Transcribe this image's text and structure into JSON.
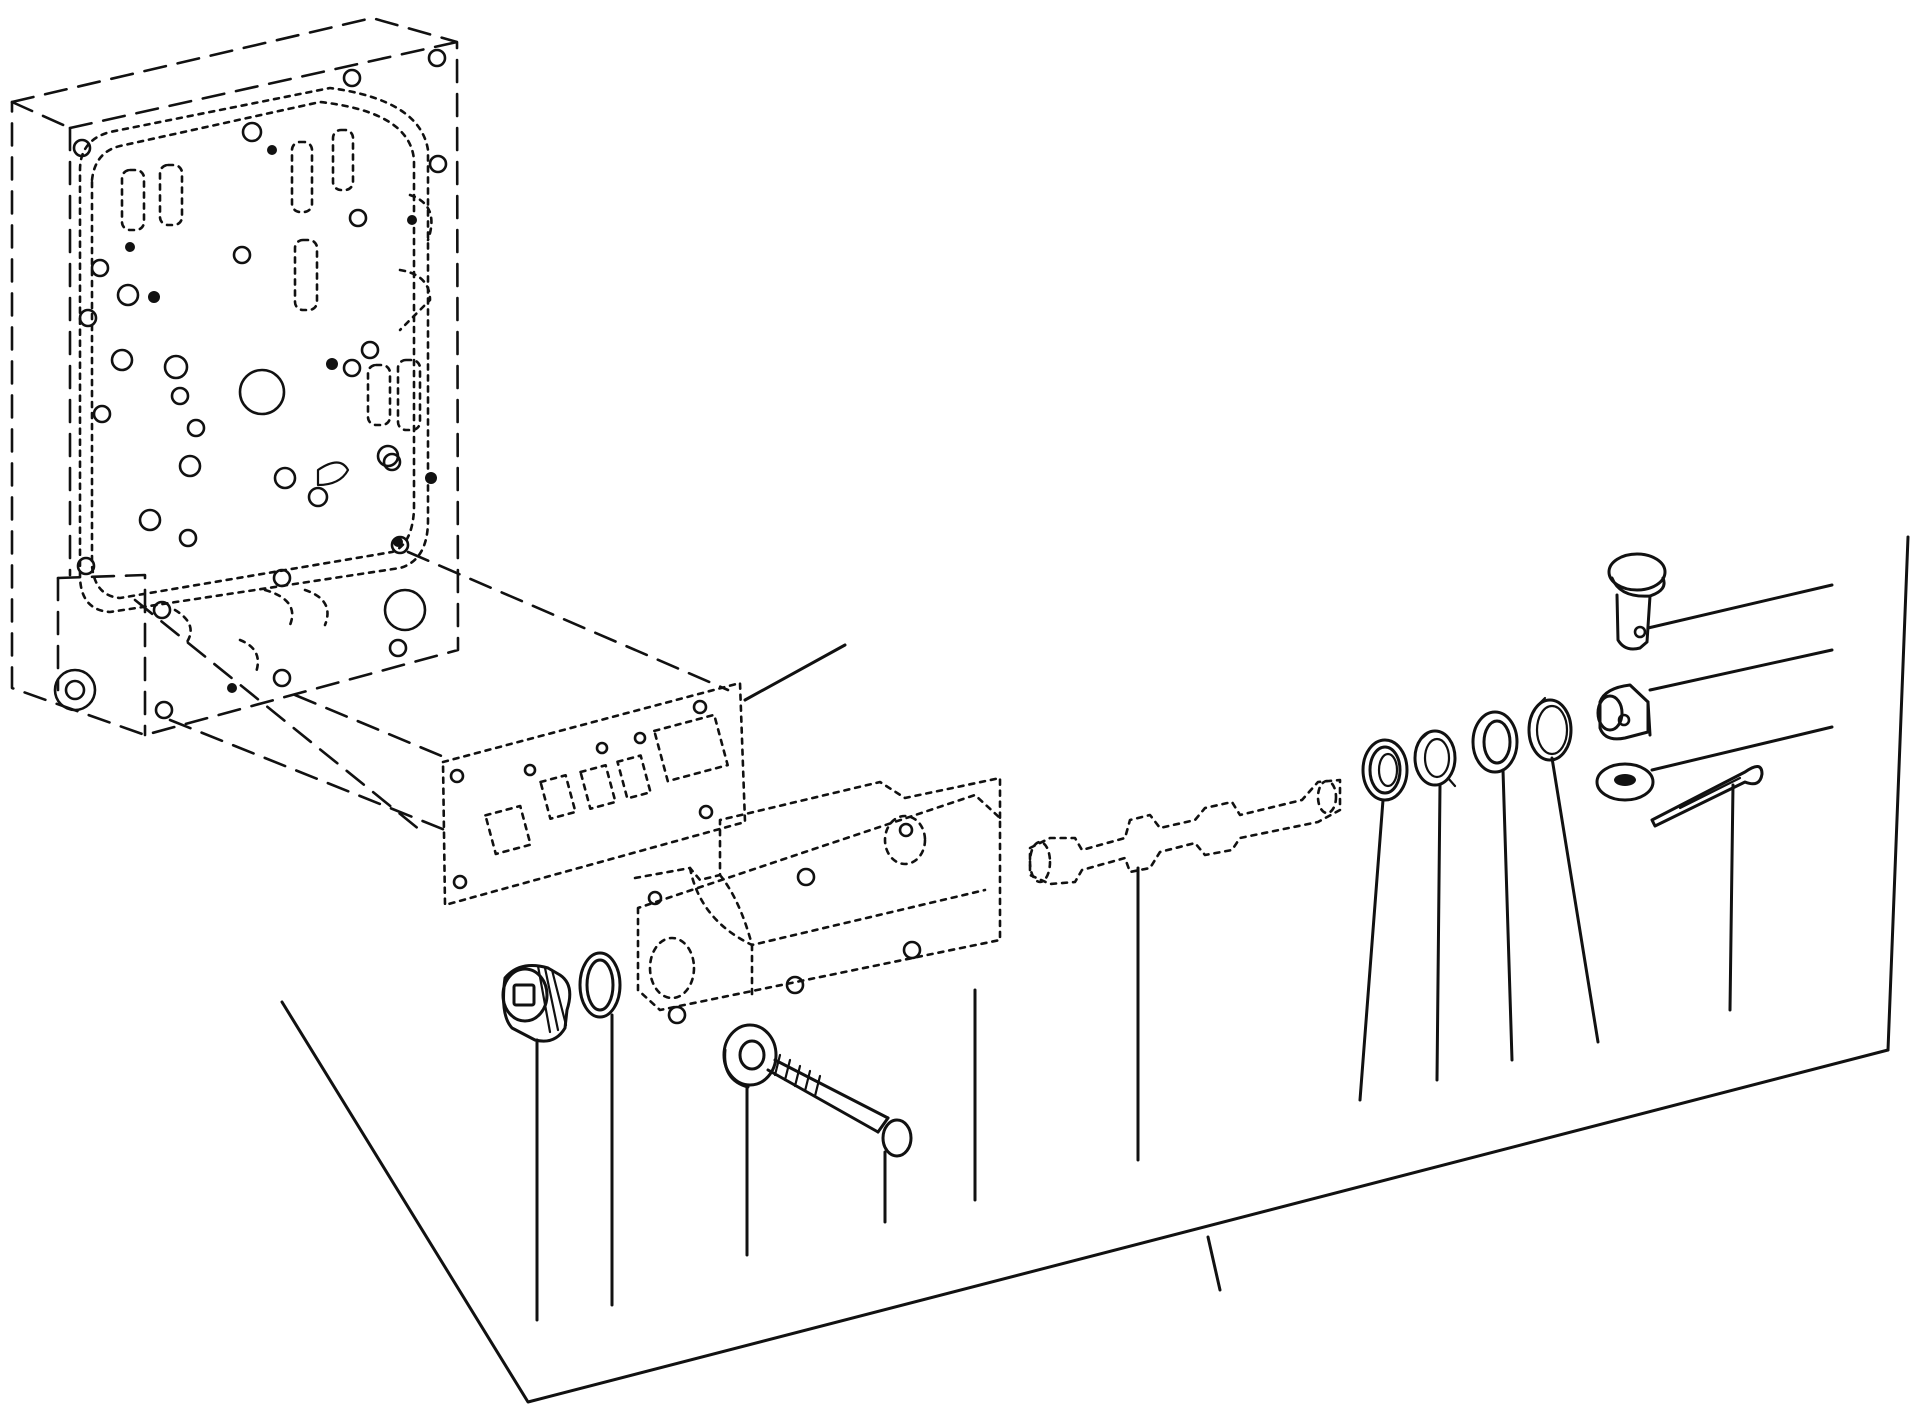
{
  "colors": {
    "ink": "#111111",
    "paper": "#ffffff"
  },
  "diagram": {
    "type": "exploded-parts-view",
    "parts": [
      {
        "name": "valve-body-housing"
      },
      {
        "name": "gasket-plate"
      },
      {
        "name": "valve-cover-block"
      },
      {
        "name": "plug"
      },
      {
        "name": "o-ring"
      },
      {
        "name": "washer"
      },
      {
        "name": "bolt"
      },
      {
        "name": "spool"
      },
      {
        "name": "oil-seal"
      },
      {
        "name": "snap-ring"
      },
      {
        "name": "flat-washer"
      },
      {
        "name": "retaining-ring"
      },
      {
        "name": "clevis-pin"
      },
      {
        "name": "bushing"
      },
      {
        "name": "pin-washer"
      },
      {
        "name": "cotter-pin"
      }
    ]
  }
}
